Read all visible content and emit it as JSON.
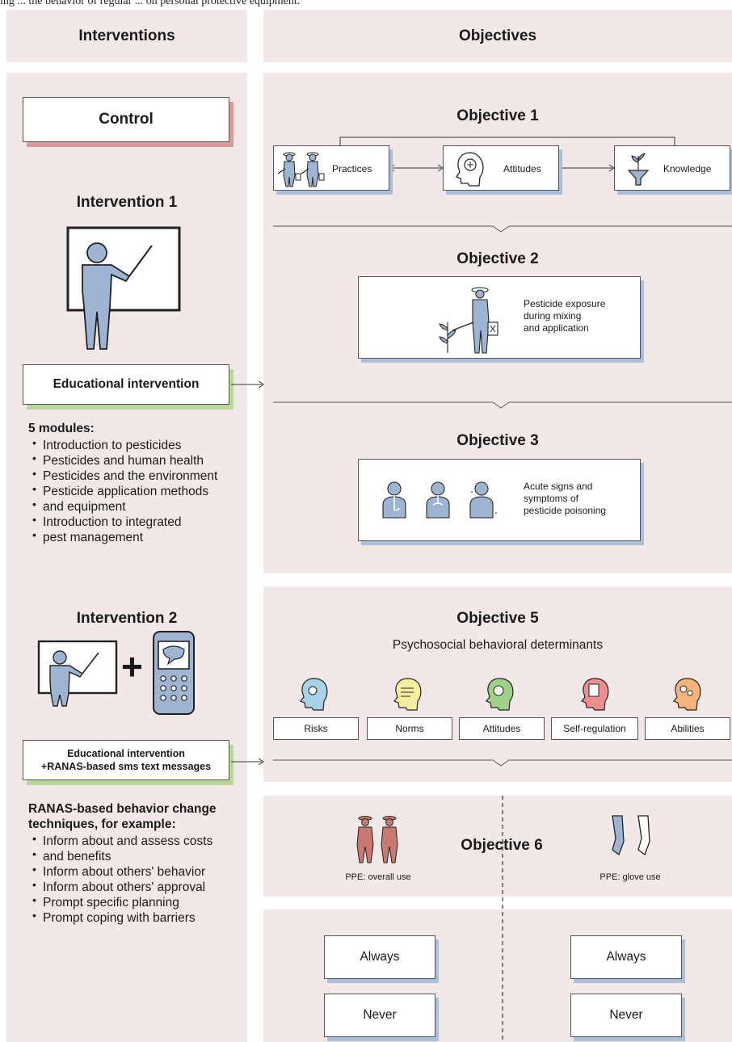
{
  "caption": "ing ... the behavior of regular ... on personal protective equipment.",
  "headers": {
    "left": "Interventions",
    "right": "Objectives"
  },
  "left": {
    "control": "Control",
    "intervention1": {
      "title": "Intervention 1",
      "box": "Educational intervention",
      "modules_title": "5 modules:",
      "modules": [
        "Introduction to pesticides",
        "Pesticides and human health",
        "Pesticides and the environment",
        "Pesticide application methods",
        "and equipment",
        "Introduction to integrated",
        "pest management"
      ]
    },
    "intervention2": {
      "title": "Intervention 2",
      "box_line1": "Educational intervention",
      "box_line2": "+RANAS-based sms text messages",
      "techniques_title1": "RANAS-based behavior change",
      "techniques_title2": "techniques, for example:",
      "techniques": [
        "Inform about and assess costs",
        "and benefits",
        "Inform about others' behavior",
        "Inform about others' approval",
        "Prompt specific planning",
        "Prompt coping with barriers"
      ]
    }
  },
  "objective1": {
    "title": "Objective 1",
    "boxes": [
      "Practices",
      "Attitudes",
      "Knowledge"
    ]
  },
  "objective2": {
    "title": "Objective 2",
    "text": [
      "Pesticide exposure",
      "during mixing",
      "and application"
    ]
  },
  "objective3": {
    "title": "Objective 3",
    "text": [
      "Acute signs and",
      "symptoms of",
      "pesticide poisoning"
    ]
  },
  "objective5": {
    "title": "Objective 5",
    "subtitle": "Psychosocial behavioral determinants",
    "determinants": [
      "Risks",
      "Norms",
      "Attitudes",
      "Self-regulation",
      "Abilities"
    ]
  },
  "objective6": {
    "title": "Objective 6",
    "left_label": "PPE: overall use",
    "right_label": "PPE: glove use",
    "options": [
      "Always",
      "Never"
    ]
  },
  "colors": {
    "panel": "#f3e8e8",
    "figure_blue": "#9db4d3",
    "shadow_red": "#d99a9c",
    "shadow_green": "#b8d79a",
    "shadow_blue": "#a9bfdc",
    "overall_red": "#c87a72"
  }
}
